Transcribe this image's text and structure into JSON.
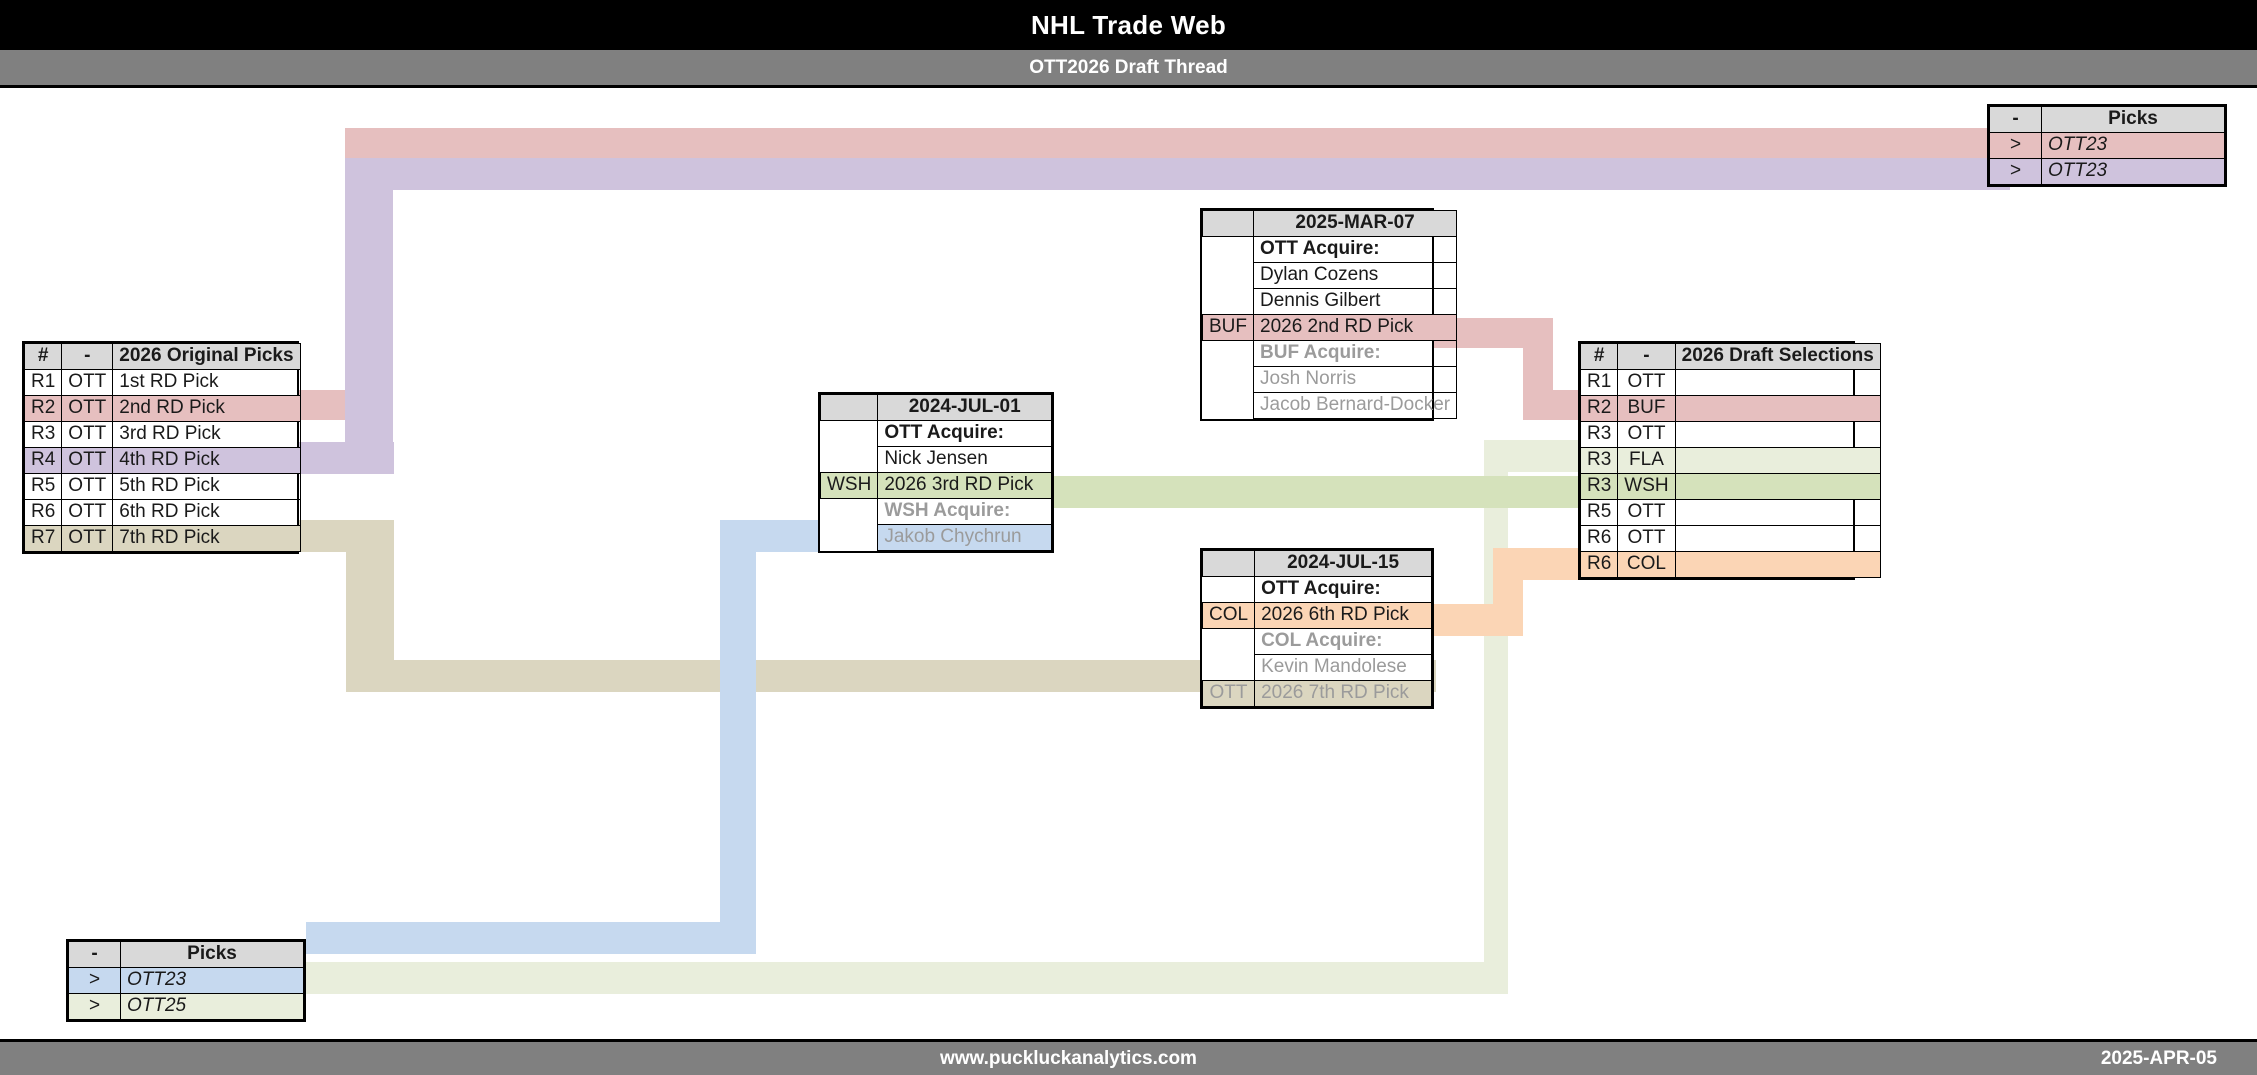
{
  "header": {
    "title": "NHL Trade Web",
    "subtitle": "OTT2026 Draft Thread"
  },
  "footer": {
    "site": "www.puckluckanalytics.com",
    "date": "2025-APR-05"
  },
  "colors": {
    "pink": "#e6bfbf",
    "pink_row": "#e3b6b6",
    "purple": "#cfc3dd",
    "purple_row": "#cbbfdb",
    "khaki": "#dbd6c0",
    "blue": "#c6d9ef",
    "green": "#d5e2bb",
    "green_pale": "#e9eedc",
    "orange": "#fbd5b5",
    "header_gray": "#d9d9d9",
    "bar_gray": "#808080",
    "title_black": "#000000"
  },
  "original_picks_table": {
    "headers": [
      "#",
      "-",
      "2026 Original Picks"
    ],
    "rows": [
      {
        "num": "R1",
        "team": "OTT",
        "desc": "1st RD Pick",
        "color": ""
      },
      {
        "num": "R2",
        "team": "OTT",
        "desc": "2nd RD Pick",
        "color": "pink"
      },
      {
        "num": "R3",
        "team": "OTT",
        "desc": "3rd RD Pick",
        "color": ""
      },
      {
        "num": "R4",
        "team": "OTT",
        "desc": "4th RD Pick",
        "color": "purple"
      },
      {
        "num": "R5",
        "team": "OTT",
        "desc": "5th RD Pick",
        "color": ""
      },
      {
        "num": "R6",
        "team": "OTT",
        "desc": "6th RD Pick",
        "color": ""
      },
      {
        "num": "R7",
        "team": "OTT",
        "desc": "7th RD Pick",
        "color": "khaki"
      }
    ]
  },
  "draft_selections_table": {
    "headers": [
      "#",
      "-",
      "2026 Draft Selections"
    ],
    "rows": [
      {
        "num": "R1",
        "team": "OTT",
        "desc": "",
        "color": ""
      },
      {
        "num": "R2",
        "team": "BUF",
        "desc": "",
        "color": "pink"
      },
      {
        "num": "R3",
        "team": "OTT",
        "desc": "",
        "color": ""
      },
      {
        "num": "R3",
        "team": "FLA",
        "desc": "",
        "color": "green_pale"
      },
      {
        "num": "R3",
        "team": "WSH",
        "desc": "",
        "color": "green"
      },
      {
        "num": "R5",
        "team": "OTT",
        "desc": "",
        "color": ""
      },
      {
        "num": "R6",
        "team": "OTT",
        "desc": "",
        "color": ""
      },
      {
        "num": "R6",
        "team": "COL",
        "desc": "",
        "color": "orange"
      }
    ]
  },
  "picks_table_top_right": {
    "headers": [
      "-",
      "Picks"
    ],
    "rows": [
      {
        "arrow": ">",
        "label": "OTT23",
        "color": "pink"
      },
      {
        "arrow": ">",
        "label": "OTT23",
        "color": "purple"
      }
    ]
  },
  "picks_table_bottom_left": {
    "headers": [
      "-",
      "Picks"
    ],
    "rows": [
      {
        "arrow": ">",
        "label": "OTT23",
        "color": "blue"
      },
      {
        "arrow": ">",
        "label": "OTT25",
        "color": "green_pale"
      }
    ]
  },
  "trade_cards": [
    {
      "id": "trade-2025-mar-07",
      "date": "2025-MAR-07",
      "lines": [
        {
          "tag": "",
          "text": "OTT Acquire:",
          "style": "bold",
          "color": ""
        },
        {
          "tag": "",
          "text": "Dylan Cozens",
          "style": "normal",
          "color": ""
        },
        {
          "tag": "",
          "text": "Dennis Gilbert",
          "style": "normal",
          "color": ""
        },
        {
          "tag": "BUF",
          "text": "2026 2nd RD Pick",
          "style": "normal",
          "color": "pink"
        },
        {
          "tag": "",
          "text": "BUF Acquire:",
          "style": "muted-bold",
          "color": ""
        },
        {
          "tag": "",
          "text": "Josh Norris",
          "style": "muted",
          "color": ""
        },
        {
          "tag": "",
          "text": "Jacob Bernard-Docker",
          "style": "muted",
          "color": ""
        }
      ]
    },
    {
      "id": "trade-2024-jul-01",
      "date": "2024-JUL-01",
      "lines": [
        {
          "tag": "",
          "text": "OTT Acquire:",
          "style": "bold",
          "color": ""
        },
        {
          "tag": "",
          "text": "Nick Jensen",
          "style": "normal",
          "color": ""
        },
        {
          "tag": "WSH",
          "text": "2026 3rd RD Pick",
          "style": "normal",
          "color": "green"
        },
        {
          "tag": "",
          "text": "WSH Acquire:",
          "style": "muted-bold",
          "color": ""
        },
        {
          "tag": "",
          "text": "Jakob Chychrun",
          "style": "muted",
          "color": "blue"
        }
      ]
    },
    {
      "id": "trade-2024-jul-15",
      "date": "2024-JUL-15",
      "lines": [
        {
          "tag": "",
          "text": "OTT Acquire:",
          "style": "bold",
          "color": ""
        },
        {
          "tag": "COL",
          "text": "2026 6th RD Pick",
          "style": "normal",
          "color": "orange"
        },
        {
          "tag": "",
          "text": "COL Acquire:",
          "style": "muted-bold",
          "color": ""
        },
        {
          "tag": "",
          "text": "Kevin Mandolese",
          "style": "muted",
          "color": ""
        },
        {
          "tag": "OTT",
          "text": "2026 7th RD Pick",
          "style": "muted",
          "color": "khaki"
        }
      ]
    }
  ],
  "ribbons": [
    {
      "name": "ribbon-pink-r2-to-picks",
      "color": "pink",
      "segs": [
        [
          300,
          401,
          48,
          37
        ],
        [
          348,
          130,
          35,
          308
        ],
        [
          348,
          130,
          1660,
          36
        ],
        [
          1980,
          130,
          28,
          37
        ],
        [
          1513,
          401,
          495,
          36
        ],
        [
          1444,
          401,
          69,
          37
        ]
      ]
    },
    {
      "name": "ribbon-purple-r4-to-picks",
      "color": "purple",
      "segs": [
        [
          0,
          453,
          0,
          0
        ]
      ]
    },
    {
      "name": "ribbon-khaki-r7-col",
      "color": "khaki",
      "segs": [
        [
          0,
          0,
          0,
          0
        ]
      ]
    },
    {
      "name": "ribbon-blue-chychrun",
      "color": "blue",
      "segs": [
        [
          0,
          0,
          0,
          0
        ]
      ]
    },
    {
      "name": "ribbon-green-wsh",
      "color": "green",
      "segs": [
        [
          0,
          0,
          0,
          0
        ]
      ]
    },
    {
      "name": "ribbon-greenpale-ott25",
      "color": "green_pale",
      "segs": [
        [
          0,
          0,
          0,
          0
        ]
      ]
    },
    {
      "name": "ribbon-orange-col",
      "color": "orange",
      "segs": [
        [
          0,
          0,
          0,
          0
        ]
      ]
    }
  ]
}
